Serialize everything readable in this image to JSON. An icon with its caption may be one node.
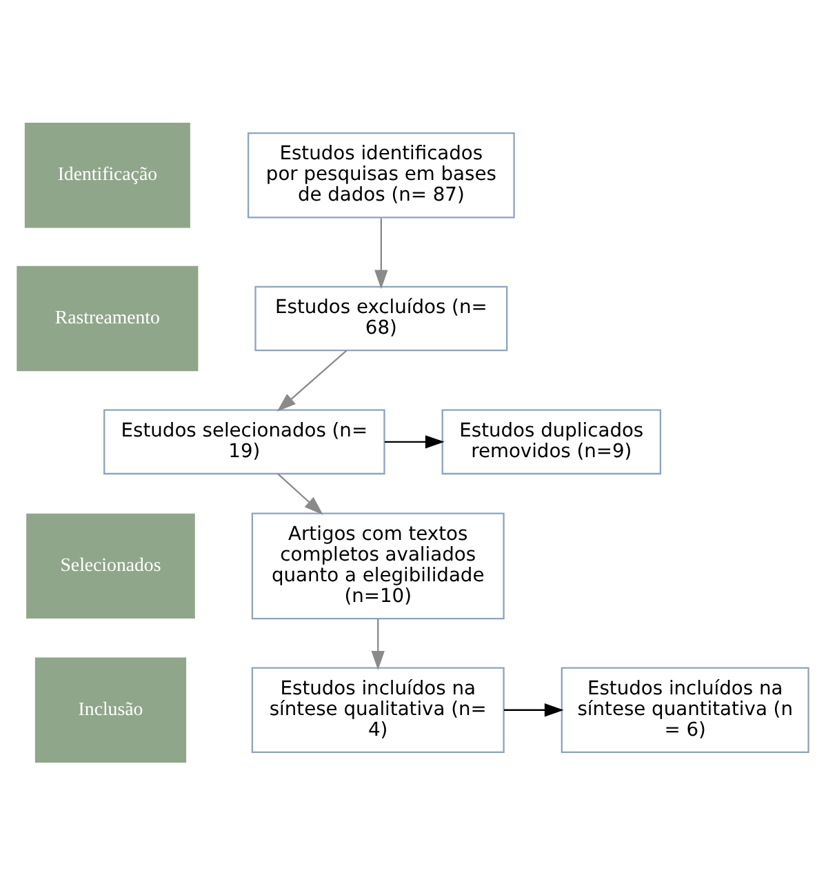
{
  "diagram": {
    "nodes": [
      {
        "text": [
          "Identificação"
        ]
      },
      {
        "text": [
          "Estudos identificados por pesquisas em bases de dados (n= 87)"
        ]
      },
      {
        "text": [
          "Rastreamento"
        ]
      },
      {
        "text": [
          "Estudos excluídos (n= 68)"
        ]
      },
      {
        "text": [
          "Estudos duplicados removidos (n=9)"
        ]
      },
      {
        "text": [
          "Estudos selecionados (n= 19)"
        ]
      },
      {
        "text": [
          "Selecionados"
        ]
      },
      {
        "text": [
          "Artigos com textos completos avaliados quanto a elegibilidade (n=10)"
        ]
      },
      {
        "text": [
          "Inclusão"
        ]
      },
      {
        "text": [
          "Estudos incluídos na síntese qualitativa (n= 4)"
        ]
      },
      {
        "text": [
          "Estudos incluídos na síntese quantitativa (n = 6)"
        ]
      }
    ],
    "edges": [
      {
        "from": 1,
        "to": 3,
        "arrow": "to"
      },
      {
        "from": 3,
        "to": 5,
        "arrow": "to"
      },
      {
        "from": 5,
        "to": 4,
        "arrow": "to",
        "color": "#000000"
      },
      {
        "from": 5,
        "to": 7,
        "arrow": "to"
      },
      {
        "from": 7,
        "to": 9,
        "arrow": "to"
      },
      {
        "from": 9,
        "to": 10,
        "arrow": "to",
        "color": "#000000"
      }
    ]
  }
}
